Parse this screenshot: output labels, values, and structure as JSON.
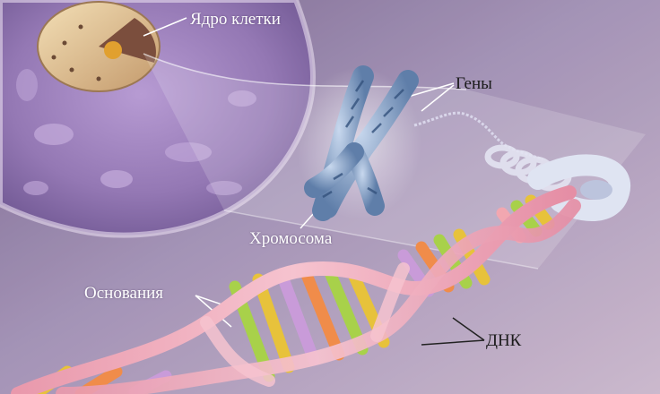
{
  "labels": {
    "nucleus": "Ядро клетки",
    "genes": "Гены",
    "chromosome": "Хромосома",
    "bases": "Основания",
    "dna": "ДНК"
  },
  "colors": {
    "background": "#8e7a9e",
    "cell": "#8a6aa8",
    "chromosome": "#7f9cc4",
    "dna_backbone": "#f0b4c2",
    "base_pairs": [
      "#e7c23b",
      "#f08c4a",
      "#c99bd9",
      "#a8d14a",
      "#f2a7b0"
    ]
  }
}
